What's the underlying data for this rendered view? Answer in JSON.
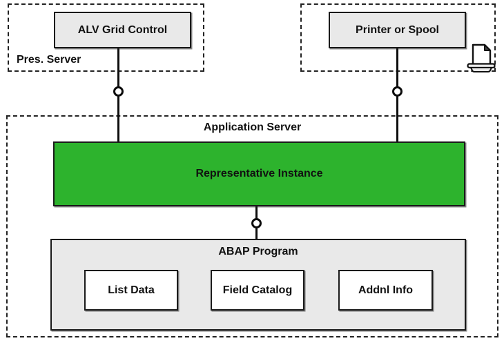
{
  "zones": {
    "pres_server": {
      "label": "Pres. Server"
    },
    "spool_zone": {
      "label": ""
    },
    "app_server": {
      "label": "Application Server"
    }
  },
  "nodes": {
    "alv_grid_control": "ALV Grid Control",
    "printer_or_spool": "Printer or Spool",
    "representative_instance": "Representative Instance",
    "abap_program": "ABAP Program",
    "list_data": "List Data",
    "field_catalog": "Field Catalog",
    "addnl_info": "Addnl Info"
  },
  "icons": {
    "printer_icon": "printer"
  },
  "colors": {
    "instance_green": "#2db32d",
    "node_gray": "#e9e9e9",
    "line_black": "#0d0d0d",
    "background": "#ffffff"
  }
}
